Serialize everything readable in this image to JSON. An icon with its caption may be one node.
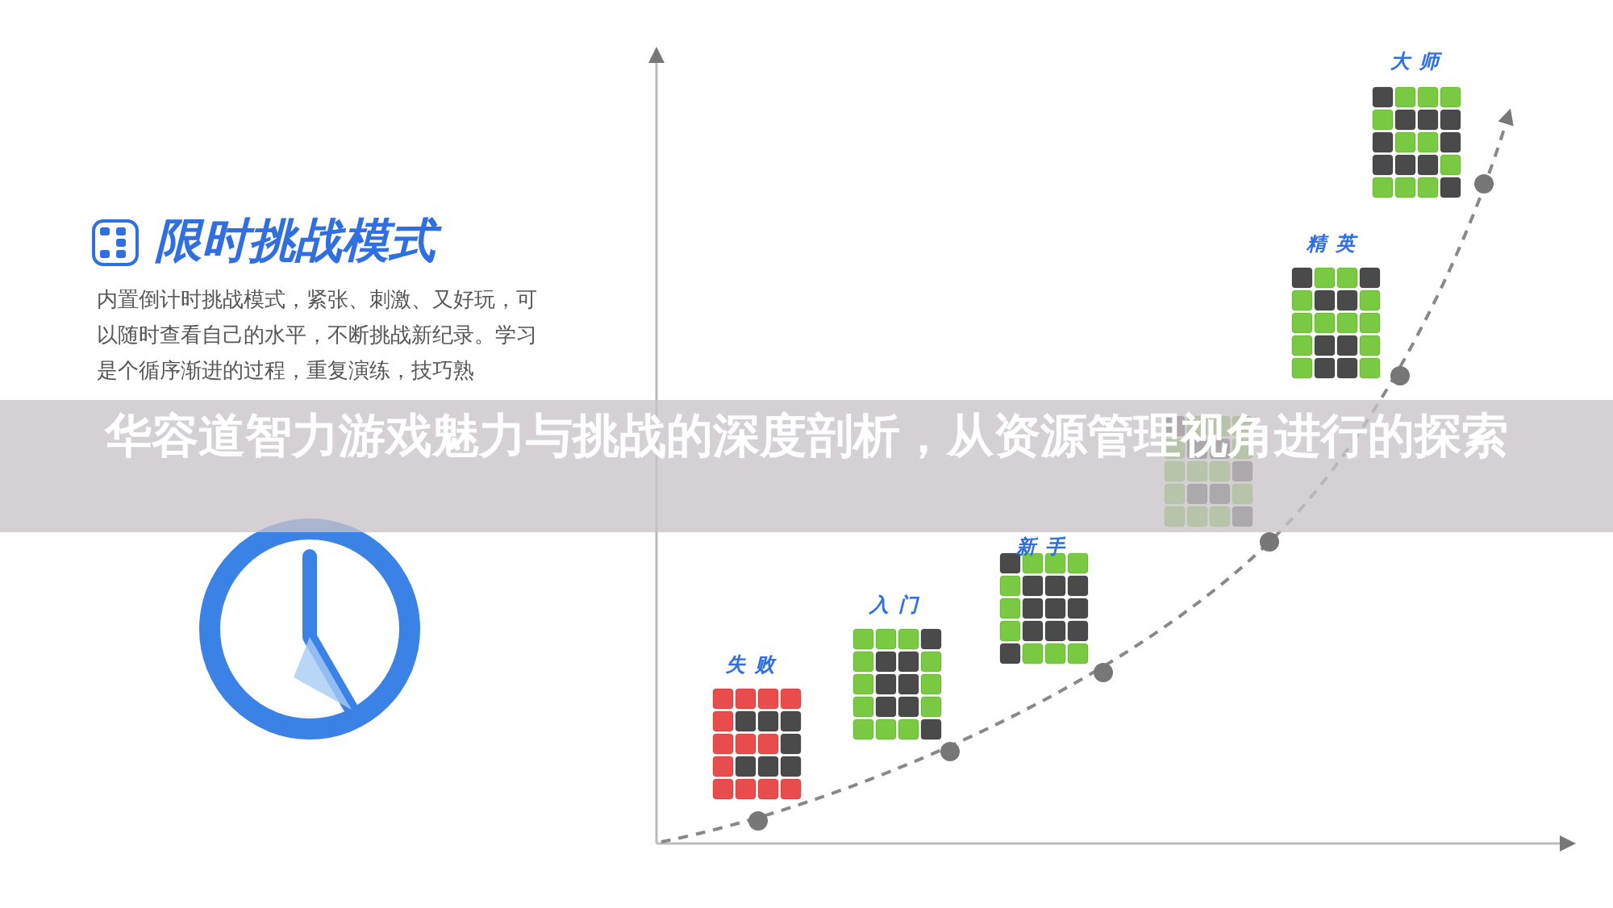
{
  "diagram": {
    "title": "华容道智力游戏魅力与挑战的深度剖析，从资源管理视角进行的探索",
    "labels": [
      "限时挑战模式",
      "内置倒计时挑战模式，紧张、刺激、又好玩，可以随时查看自己的水平，不断挑战新纪录。学习是个循序渐进的过程，重复演练，技巧熟",
      "大师",
      "精英",
      "新手",
      "入门",
      "失败"
    ]
  }
}
